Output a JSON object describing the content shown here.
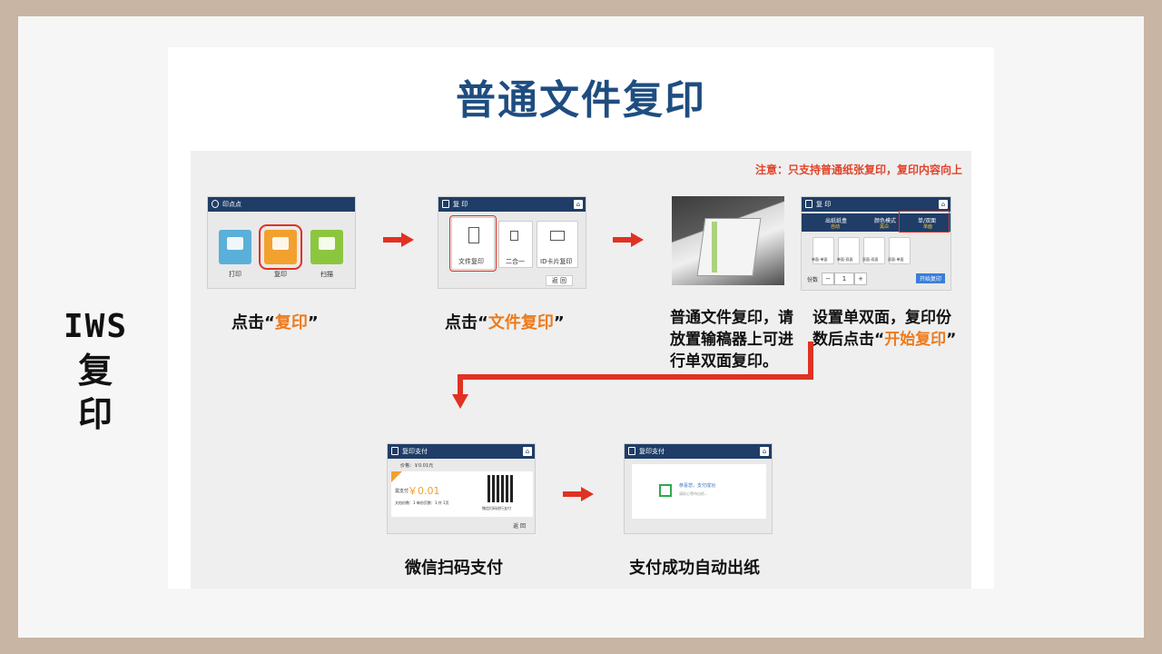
{
  "side_label": {
    "line1": "IWS",
    "line2": "复",
    "line3": "印"
  },
  "title": "普通文件复印",
  "note": "注意：只支持普通纸张复印，复印内容向上",
  "steps": [
    {
      "screen_title": "印点点",
      "tiles": [
        "打印",
        "复印",
        "扫描"
      ],
      "caption_prefix": "点击“",
      "caption_hl": "复印",
      "caption_suffix": "”"
    },
    {
      "screen_title": "复 印",
      "options": [
        "文件复印",
        "二合一",
        "ID卡片复印"
      ],
      "back": "返 回",
      "caption_prefix": "点击“",
      "caption_hl": "文件复印",
      "caption_suffix": "”"
    },
    {
      "caption_lines": [
        "普通文件复印，请",
        "放置输稿器上可进",
        "行单双面复印。"
      ]
    },
    {
      "screen_title": "复 印",
      "tabs": [
        "出纸纸盒",
        "颜色模式",
        "单/双面"
      ],
      "tab_subs": [
        "自动",
        "黑白",
        "单面"
      ],
      "modes": [
        "单面-单面",
        "单面-双面",
        "双面-双面",
        "双面-单面"
      ],
      "copies_label": "份数",
      "copies_value": "1",
      "start_button": "开始复印",
      "caption_line1": "设置单双面，复印份",
      "caption_prefix": "数后点击“",
      "caption_hl": "开始复印",
      "caption_suffix": "”"
    },
    {
      "screen_title": "复印支付",
      "price_line": "价格：￥0.01元",
      "pay_label": "需支付",
      "amount": "￥0.01",
      "detail": "文档份数：1  每份页数：1  共 1页",
      "qr_caption": "微信扫码进行支付",
      "back": "返 回",
      "caption": "微信扫码支付"
    },
    {
      "screen_title": "复印支付",
      "success_title": "恭喜您，支付成功",
      "success_sub": "请耐心等待出纸...",
      "caption": "支付成功自动出纸"
    }
  ],
  "colors": {
    "title": "#1f4d80",
    "accent": "#ee7a1a",
    "arrow": "#e03222",
    "bar": "#1f3d66",
    "note": "#e0432a"
  }
}
